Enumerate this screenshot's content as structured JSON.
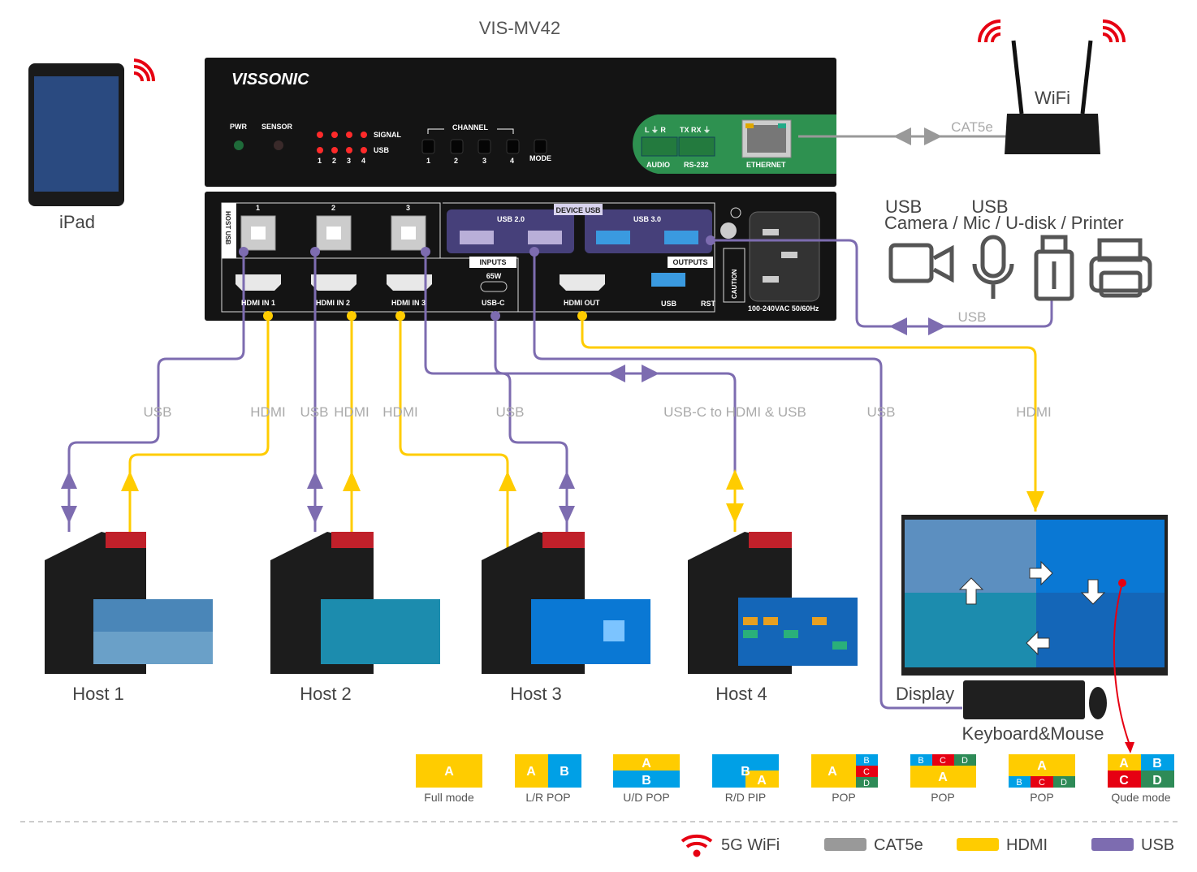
{
  "title": "VIS-MV42",
  "brand": "VISSONIC",
  "colors": {
    "usb": "#7d6cb0",
    "hdmi": "#ffcc00",
    "cat5e": "#999999",
    "wifi": "#e60012",
    "modeA": "#ffcc00",
    "modeB": "#00a0e6",
    "modeC": "#e60012",
    "modeD": "#2e8b57"
  },
  "front_panel": {
    "pwr": "PWR",
    "sensor": "SENSOR",
    "signal": "SIGNAL",
    "usb": "USB",
    "led_numbers": [
      "1",
      "2",
      "3",
      "4"
    ],
    "channel": "CHANNEL",
    "channel_numbers": [
      "1",
      "2",
      "3",
      "4"
    ],
    "mode": "MODE",
    "audio_pins": "L  ⏚  R",
    "rs232_pins": "TX RX ⏚",
    "audio": "AUDIO",
    "rs232": "RS-232",
    "ethernet": "ETHERNET"
  },
  "rear_panel": {
    "host_usb": "HOST USB",
    "host_numbers": [
      "1",
      "2",
      "3"
    ],
    "device_usb": "DEVICE USB",
    "usb20": "USB 2.0",
    "usb30": "USB 3.0",
    "inputs": "INPUTS",
    "outputs": "OUTPUTS",
    "watt": "65W",
    "hdmi_in": [
      "HDMI IN 1",
      "HDMI IN 2",
      "HDMI IN 3"
    ],
    "usbc": "USB-C",
    "hdmi_out": "HDMI OUT",
    "usb": "USB",
    "rst": "RST",
    "caution": "CAUTION",
    "power": "100-240VAC 50/60Hz"
  },
  "devices": {
    "ipad": "iPad",
    "wifi": "WiFi",
    "usb_devices_line1": "USB          USB",
    "usb_devices_line2": "Camera  /  Mic / U-disk / Printer",
    "hosts": [
      "Host 1",
      "Host 2",
      "Host 3",
      "Host 4"
    ],
    "display": "Display",
    "keyboard": "Keyboard&Mouse"
  },
  "cable_labels": {
    "cat5e": "CAT5e",
    "usb_top": "USB",
    "bottom": [
      "USB",
      "HDMI",
      "USB",
      "HDMI",
      "HDMI",
      "USB",
      "USB-C to HDMI & USB",
      "USB",
      "HDMI"
    ]
  },
  "modes": [
    {
      "label": "Full mode",
      "cells": [
        "A"
      ]
    },
    {
      "label": "L/R POP",
      "cells": [
        "A",
        "B"
      ]
    },
    {
      "label": "U/D POP",
      "cells": [
        "A",
        "B"
      ]
    },
    {
      "label": "R/D PIP",
      "cells": [
        "B",
        "A"
      ]
    },
    {
      "label": "POP",
      "cells": [
        "A",
        "B",
        "C",
        "D"
      ]
    },
    {
      "label": "POP",
      "cells": [
        "B",
        "C",
        "D",
        "A"
      ]
    },
    {
      "label": "POP",
      "cells": [
        "A",
        "B",
        "C",
        "D"
      ]
    },
    {
      "label": "Qude mode",
      "cells": [
        "A",
        "B",
        "C",
        "D"
      ]
    }
  ],
  "legend": [
    {
      "label": "5G WiFi",
      "icon": "wifi-icon"
    },
    {
      "label": "CAT5e",
      "color": "#999999"
    },
    {
      "label": "HDMI",
      "color": "#ffcc00"
    },
    {
      "label": "USB",
      "color": "#7d6cb0"
    }
  ]
}
